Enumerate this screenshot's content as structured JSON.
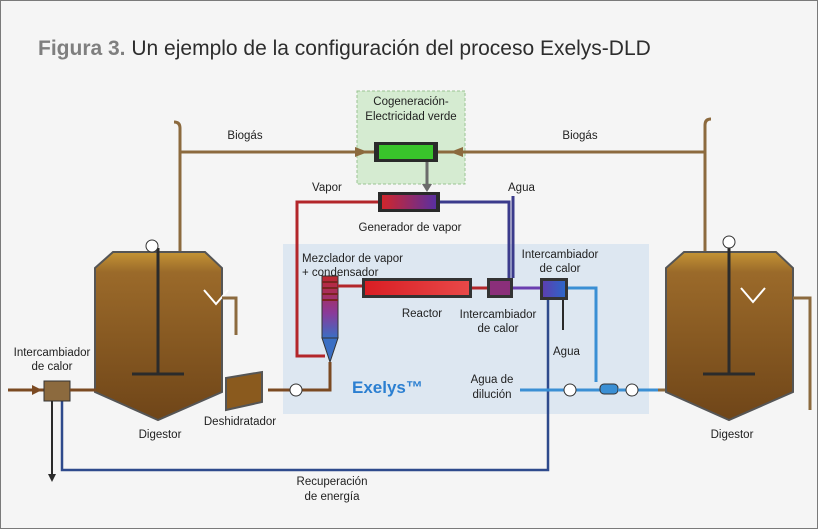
{
  "figure": {
    "label": "Figura 3.",
    "caption": "Un ejemplo de la configuración del proceso Exelys-DLD"
  },
  "labels": {
    "cogeneration_1": "Cogeneración-",
    "cogeneration_2": "Electricidad verde",
    "biogas_left": "Biogás",
    "biogas_right": "Biogás",
    "vapor": "Vapor",
    "agua_top": "Agua",
    "steam_generator": "Generador de vapor",
    "mixer_1": "Mezclador de vapor",
    "mixer_2": "+ condensador",
    "reactor": "Reactor",
    "hx_center_1": "Intercambiador",
    "hx_center_2": "de calor",
    "hx_right_1": "Intercambiador",
    "hx_right_2": "de calor",
    "agua_right": "Agua",
    "dilution_1": "Agua de",
    "dilution_2": "dilución",
    "exelys": "Exelys™",
    "hx_left_1": "Intercambiador",
    "hx_left_2": "de calor",
    "digestor_left": "Digestor",
    "dewaterer": "Deshidratador",
    "digestor_right": "Digestor",
    "recovery_1": "Recuperación",
    "recovery_2": "de energía"
  },
  "colors": {
    "biogas_pipe": "#8c6a3e",
    "sludge": "#7b4a22",
    "steam_red": "#b3262a",
    "water_blue": "#2e6ea6",
    "dilution_blue": "#3a8fd4",
    "exelys_zone": "#dfe8f2",
    "cogeneration_zone": "#d7ecd3",
    "digestor_fill": "#8a5a1e"
  }
}
